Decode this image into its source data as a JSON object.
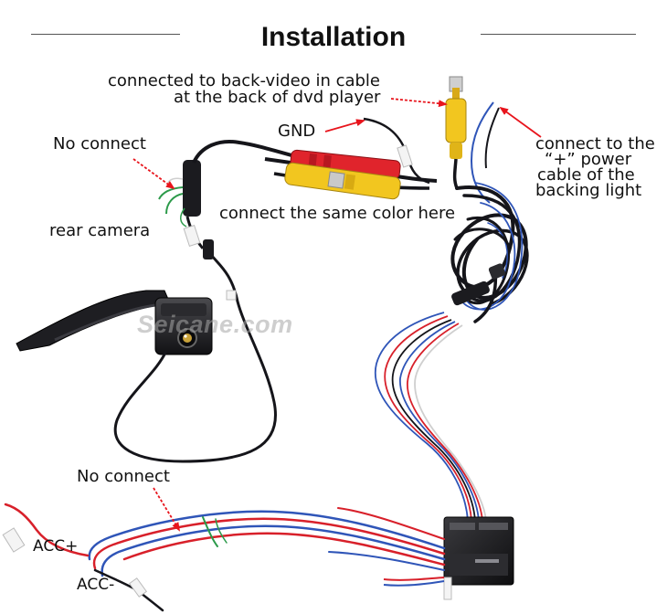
{
  "title": "Installation",
  "watermark": "Seicane.com",
  "labels": {
    "back_video_line1": "connected to back-video in cable",
    "back_video_line2": "at the back of dvd player",
    "gnd": "GND",
    "no_connect_top": "No connect",
    "power_line1": "connect to the",
    "power_line2": "“+”  power",
    "power_line3": "cable of the",
    "power_line4": "backing light",
    "same_color": "connect the same color here",
    "rear_camera": "rear camera",
    "no_connect_bottom": "No connect",
    "acc_plus": "ACC+",
    "acc_minus": "ACC-"
  },
  "colors": {
    "arrow": "#e8141c",
    "cable": "#15151a",
    "wire_red": "#d8202a",
    "wire_blue": "#2f55b8",
    "rca_red": "#e0242c",
    "rca_yellow": "#f2c61f",
    "wire_green": "#2c9a4a"
  }
}
